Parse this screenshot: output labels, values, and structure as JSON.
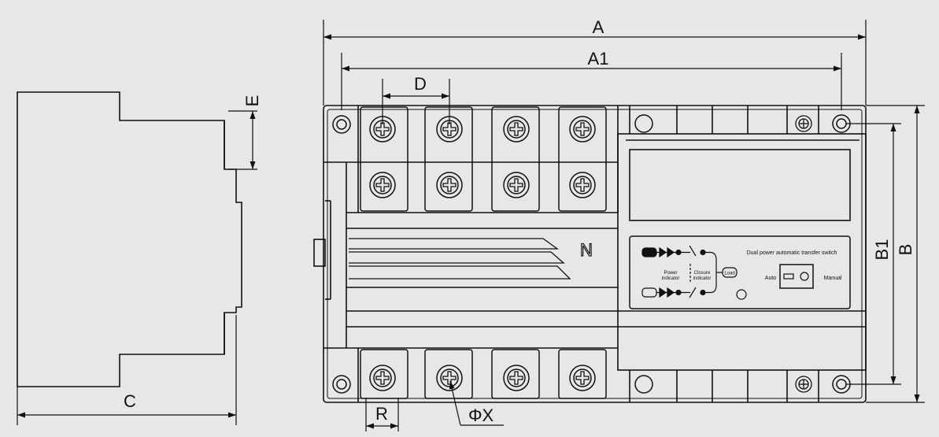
{
  "dimensions": {
    "A": "A",
    "A1": "A1",
    "B": "B",
    "B1": "B1",
    "C": "C",
    "D": "D",
    "E": "E",
    "R": "R",
    "PhiX": "ΦX"
  },
  "panel": {
    "pole_letter": "N",
    "title": "Dual power automatic transfer switch",
    "power_indicator": [
      "Power",
      "indicator"
    ],
    "closure_indicator": [
      "Closure",
      "indicator"
    ],
    "load": "Load",
    "auto": "Auto",
    "manual": "Manual"
  },
  "colors": {
    "background": "#e7e7e7",
    "line": "#111111"
  }
}
